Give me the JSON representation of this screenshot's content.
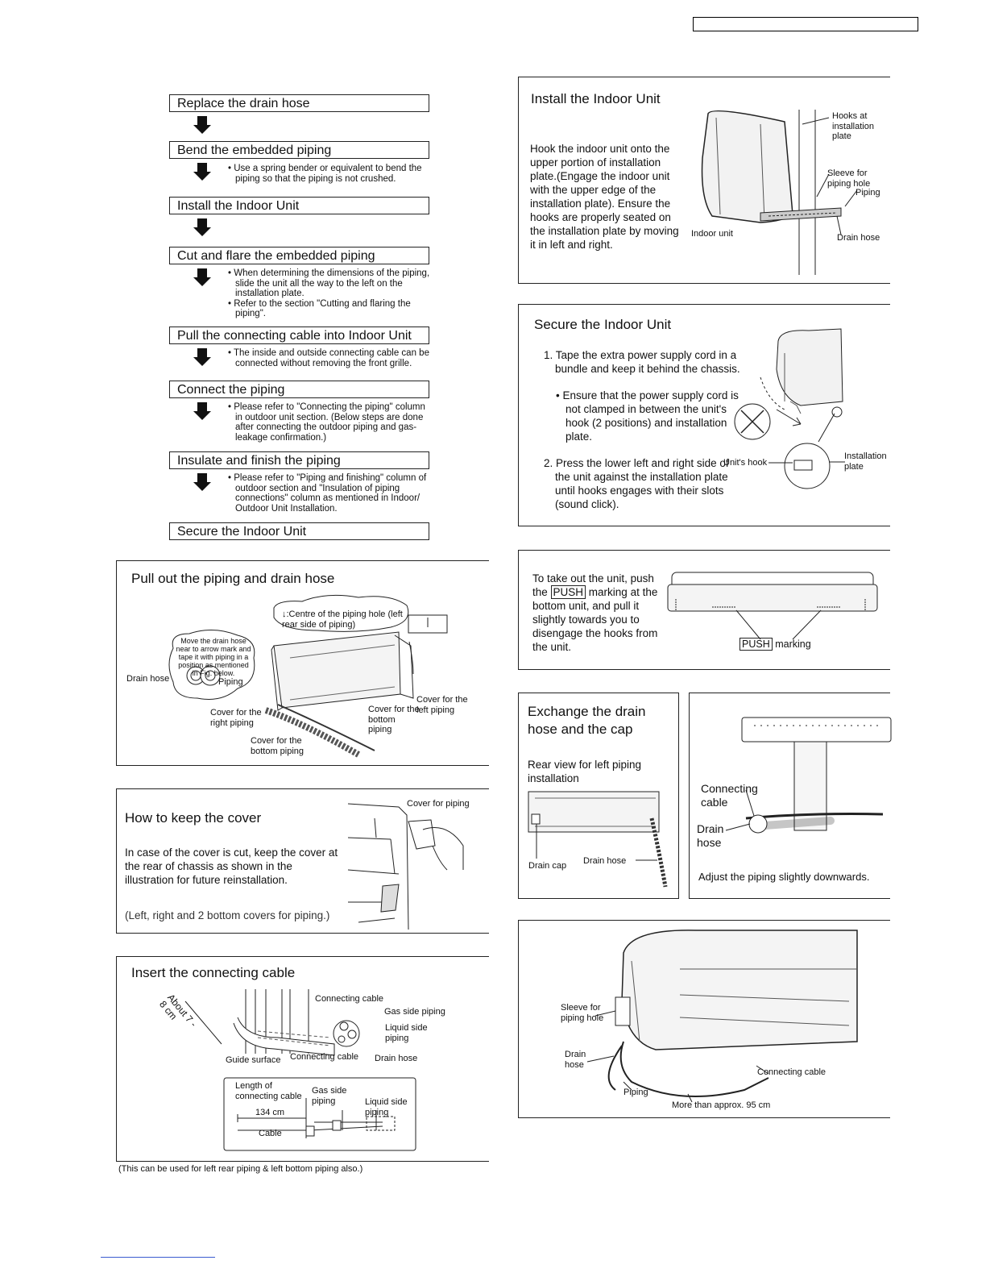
{
  "flow": {
    "steps": [
      "Replace the drain hose",
      "Bend the embedded piping",
      "Install the Indoor Unit",
      "Cut and flare the embedded piping",
      "Pull the connecting cable into Indoor Unit",
      "Connect the piping",
      "Insulate and finish the piping",
      "Secure the Indoor Unit"
    ],
    "notes": {
      "bend": "• Use a spring bender or equivalent to bend the piping so that the piping is not crushed.",
      "cut1": "• When determining the dimensions of the piping, slide the unit all the way to the left on the installation plate.",
      "cut2": "• Refer to the section \"Cutting and flaring the piping\".",
      "pull": "• The inside and outside connecting cable can be connected without removing the front grille.",
      "connect": "• Please refer to \"Connecting the piping\" column in outdoor unit section. (Below steps are done after connecting the outdoor piping and gas-leakage confirmation.)",
      "insulate": "• Please refer to \"Piping and finishing\" column of outdoor section and \"Insulation of piping connections\" column as mentioned in Indoor/ Outdoor Unit Installation."
    }
  },
  "pullout": {
    "title": "Pull out the piping and drain hose",
    "labels": {
      "centre": "↓:Centre of the piping hole (left rear side of piping)",
      "move": "Move the drain hose near to arrow mark and tape it with piping in a position as mentioned in Fig. below.",
      "drain_hose": "Drain hose",
      "piping": "Piping",
      "cover_right": "Cover for the right piping",
      "cover_bottom1": "Cover for the bottom piping",
      "cover_bottom2": "Cover for the bottom piping",
      "cover_left": "Cover for the left piping"
    }
  },
  "keepcover": {
    "title": "How to keep the cover",
    "text": "In case of the cover is cut, keep the cover at the rear of chassis as shown in the illustration for future reinstallation.",
    "note": "(Left, right and 2 bottom covers for piping.)",
    "label": "Cover for piping"
  },
  "insert": {
    "title": "Insert the connecting cable",
    "labels": {
      "about": "About 7 - 8 cm",
      "connecting_cable_top": "Connecting cable",
      "gas": "Gas side piping",
      "liquid": "Liquid side piping",
      "guide": "Guide surface",
      "connecting_cable_bottom": "Connecting cable",
      "drain": "Drain hose",
      "length": "Length of connecting cable",
      "gas2": "Gas side piping",
      "liquid2": "Liquid side piping",
      "dim": "134 cm",
      "cable": "Cable"
    },
    "footnote": "(This can be used for left rear piping & left bottom piping also.)"
  },
  "install": {
    "title": "Install the Indoor Unit",
    "text": "Hook the indoor unit onto the upper portion of installation plate.(Engage the indoor unit with the upper edge of the installation plate). Ensure the hooks are properly seated on the installation plate by moving it in left and right.",
    "labels": {
      "hooks": "Hooks at installation plate",
      "sleeve": "Sleeve for piping hole",
      "piping": "Piping",
      "indoor": "Indoor unit",
      "drain": "Drain hose"
    }
  },
  "secure": {
    "title": "Secure the Indoor Unit",
    "item1": "1. Tape the extra power supply cord in a bundle and keep it behind the chassis.",
    "bullet": "• Ensure that the power supply cord is not clamped in between the unit's hook (2 positions) and installation plate.",
    "item2": "2. Press the lower left and right side of the unit against the installation plate until hooks engages with their slots (sound click).",
    "labels": {
      "hook": "Unit's hook",
      "plate": "Installation plate"
    }
  },
  "takeout": {
    "text_a": "To take out the unit, push the ",
    "push": "PUSH",
    "text_b": " marking at the bottom unit, and pull it slightly towards you to disengage the hooks from the unit.",
    "marking": "marking"
  },
  "exchange": {
    "title": "Exchange the drain hose and the cap",
    "sub": "Rear view for left piping installation",
    "labels": {
      "cap": "Drain cap",
      "hose": "Drain hose"
    }
  },
  "adjust": {
    "labels": {
      "cable": "Connecting cable",
      "drain": "Drain hose"
    },
    "text": "Adjust the piping slightly downwards."
  },
  "final": {
    "labels": {
      "sleeve": "Sleeve for piping hole",
      "drain": "Drain hose",
      "piping": "Piping",
      "cable": "Connecting cable",
      "more": "More than approx. 95 cm"
    }
  }
}
